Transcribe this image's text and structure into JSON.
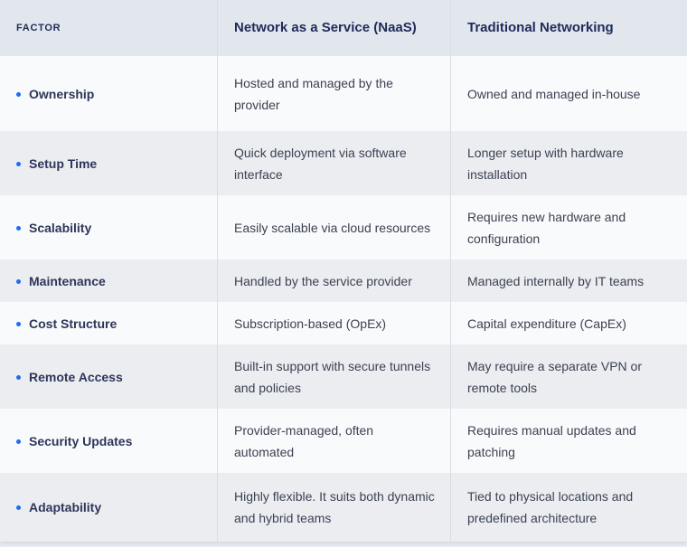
{
  "table": {
    "columns": [
      {
        "label": "FACTOR"
      },
      {
        "label": "Network as a Service (NaaS)"
      },
      {
        "label": "Traditional Networking"
      }
    ],
    "rows": [
      {
        "factor": "Ownership",
        "naas": "Hosted and managed by the provider",
        "traditional": "Owned and managed in-house"
      },
      {
        "factor": "Setup Time",
        "naas": "Quick deployment via software interface",
        "traditional": "Longer setup with hardware installation"
      },
      {
        "factor": "Scalability",
        "naas": "Easily scalable via cloud resources",
        "traditional": "Requires new hardware and configuration"
      },
      {
        "factor": "Maintenance",
        "naas": "Handled by the service provider",
        "traditional": "Managed internally by IT teams"
      },
      {
        "factor": "Cost Structure",
        "naas": "Subscription-based (OpEx)",
        "traditional": "Capital expenditure (CapEx)"
      },
      {
        "factor": "Remote Access",
        "naas": "Built-in support with secure tunnels and policies",
        "traditional": "May require a separate VPN or remote tools"
      },
      {
        "factor": "Security Updates",
        "naas": "Provider-managed, often automated",
        "traditional": "Requires manual updates and patching"
      },
      {
        "factor": "Adaptability",
        "naas": "Highly flexible. It suits both dynamic and hybrid teams",
        "traditional": "Tied to physical locations and predefined architecture"
      }
    ],
    "colors": {
      "header_bg": "#e2e7ed",
      "row_light": "#f9fafb",
      "row_dark": "#ebedf1",
      "divider": "#d9dde3",
      "heading_text": "#1e2b5a",
      "factor_text": "#2e3559",
      "body_text": "#3b4252",
      "bullet": "#1f6bef",
      "page_bg": "#e9ecf1"
    }
  }
}
